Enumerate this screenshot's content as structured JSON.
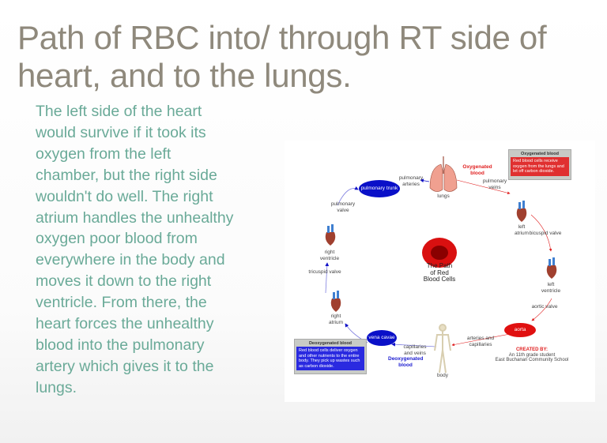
{
  "slide": {
    "title_lines": [
      "Path of RBC into/ through RT side of",
      "heart, and to the lungs."
    ],
    "body_lines": [
      "The left side of the heart",
      "would survive if it took its",
      "oxygen from the left",
      "chamber, but the right side",
      "wouldn't do well. The right",
      "atrium handles the unhealthy",
      "oxygen poor blood from",
      "everywhere in the body and",
      "moves it down to the right",
      "ventricle. From there, the",
      "heart forces the unhealthy",
      "blood into the pulmonary",
      "artery which gives it to the",
      "lungs."
    ]
  },
  "diagram": {
    "center_title": [
      "The Path",
      "of Red",
      "Blood Cells"
    ],
    "nodes": {
      "pulmonary_trunk": "pulmonary trunk",
      "pulmonary_arteries": "pulmonary arteries",
      "lungs": "lungs",
      "oxygenated_label": "Oxygenated blood",
      "pulmonary_veins": "pulmonary veins",
      "left_atrium": "left atrium",
      "bicuspid_valve": "bicuspid valve",
      "left_ventricle": "left ventricle",
      "aortic_valve": "aortic valve",
      "aorta": "aorta",
      "arteries_capillaries": "arteries and capillaries",
      "body": "body",
      "capillaries_veins": "capillaries and veins",
      "deoxygenated_label": "Deoxygenated blood",
      "vena_cavae": "vena cavae",
      "right_atrium": "right atrium",
      "tricuspid_valve": "tricuspid valve",
      "right_ventricle": "right ventricle",
      "pulmonary_valve": "pulmonary valve"
    },
    "notes": {
      "oxygenated": {
        "title": "Oxygenated blood",
        "text": "Red blood cells receive oxygen from the lungs and let off carbon dioxide."
      },
      "deoxygenated": {
        "title": "Deoxygenated blood",
        "text": "Red blood cells deliver oxygen and other nutrients to the entire body. They pick up wastes such as carbon dioxide."
      }
    },
    "credit": {
      "heading": "CREATED BY:",
      "line1": "An 11th grade student",
      "line2": "East Buchanan Community School"
    },
    "colors": {
      "oxygenated": "#e02020",
      "deoxygenated": "#1010c8"
    }
  }
}
